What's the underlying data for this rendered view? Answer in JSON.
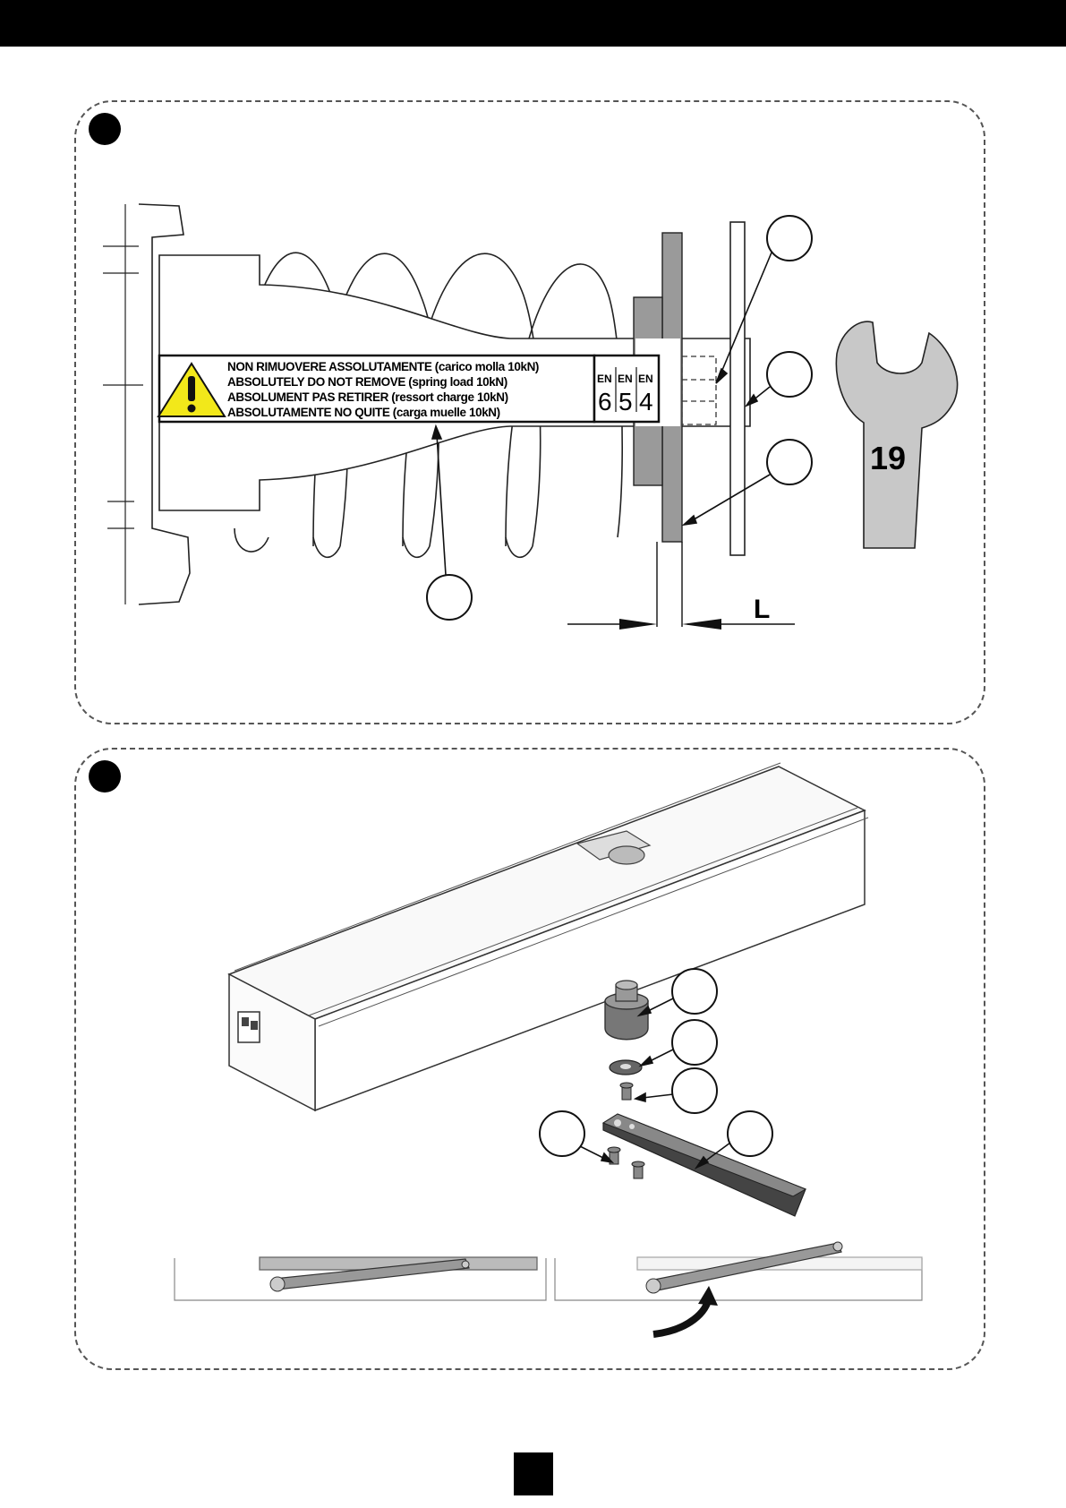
{
  "label": {
    "lines": [
      "NON RIMUOVERE ASSOLUTAMENTE (carico molla 10kN)",
      "ABSOLUTELY DO NOT REMOVE (spring load 10kN)",
      "ABSOLUMENT PAS RETIRER (ressort charge 10kN)",
      "ABSOLUTAMENTE NO QUITE (carga muelle 10kN)"
    ],
    "en_marks": [
      {
        "prefix": "EN",
        "digit": "6"
      },
      {
        "prefix": "EN",
        "digit": "5"
      },
      {
        "prefix": "EN",
        "digit": "4"
      }
    ]
  },
  "dimension_label": "L",
  "wrench_size": "19",
  "colors": {
    "warning_yellow": "#f2e81a",
    "plate_gray": "#9a9a9a",
    "wrench_gray": "#c8c8c8"
  }
}
